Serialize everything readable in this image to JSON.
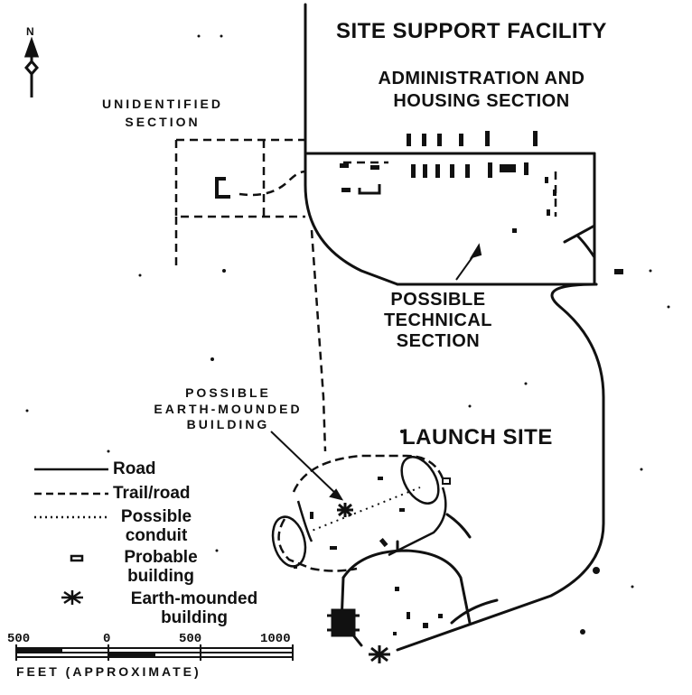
{
  "labels": {
    "site_support": "SITE SUPPORT FACILITY",
    "admin_line1": "ADMINISTRATION AND",
    "admin_line2": "HOUSING SECTION",
    "unidentified_line1": "UNIDENTIFIED",
    "unidentified_line2": "SECTION",
    "technical_line1": "POSSIBLE",
    "technical_line2": "TECHNICAL",
    "technical_line3": "SECTION",
    "mounded_line1": "POSSIBLE",
    "mounded_line2": "EARTH-MOUNDED",
    "mounded_line3": "BUILDING",
    "launch_site": "LAUNCH SITE",
    "north": "N"
  },
  "legend": {
    "road": "Road",
    "trail": "Trail/road",
    "conduit_line1": "Possible",
    "conduit_line2": "conduit",
    "building_line1": "Probable",
    "building_line2": "building",
    "mounded_line1": "Earth-mounded",
    "mounded_line2": "building"
  },
  "scale": {
    "tick_labels": [
      "500",
      "0",
      "500",
      "1000"
    ],
    "caption": "FEET (APPROXIMATE)"
  },
  "colors": {
    "ink": "#111111",
    "paper": "#ffffff"
  }
}
